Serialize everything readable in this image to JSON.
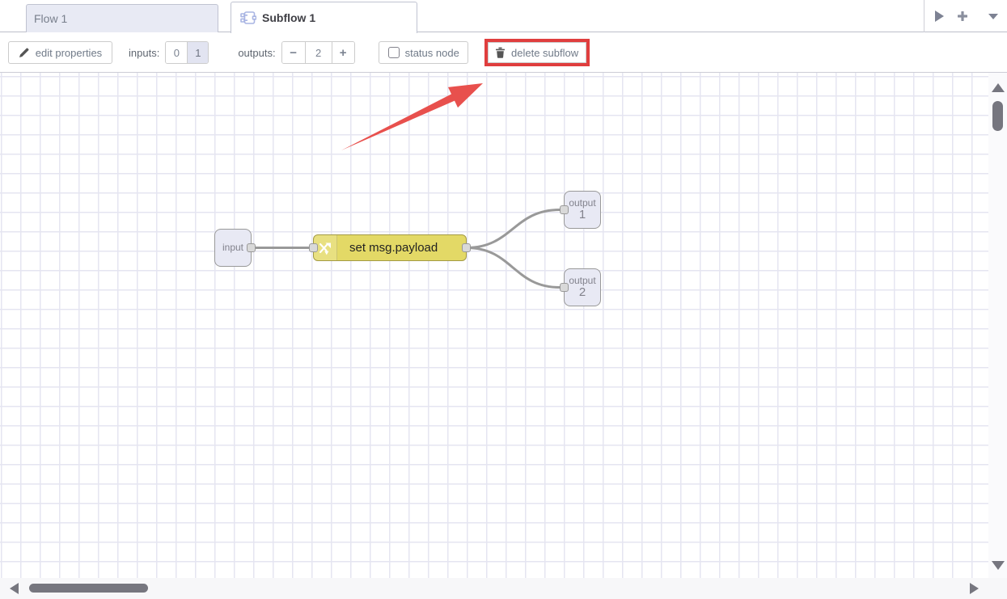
{
  "tabbar": {
    "tabs": [
      {
        "label": "Flow 1",
        "active": false
      },
      {
        "label": "Subflow 1",
        "active": true
      }
    ],
    "action_icons": [
      "play-icon",
      "plus-icon",
      "caret-down-icon"
    ]
  },
  "toolbar": {
    "edit_properties_label": "edit properties",
    "inputs_label": "inputs:",
    "inputs_options": [
      "0",
      "1"
    ],
    "inputs_selected": "1",
    "outputs_label": "outputs:",
    "outputs_decrease_label": "−",
    "outputs_value": "2",
    "outputs_increase_label": "+",
    "status_node_label": "status node",
    "status_node_checked": false,
    "delete_subflow_label": "delete subflow"
  },
  "canvas": {
    "nodes": [
      {
        "type": "subflow-input",
        "label": "input"
      },
      {
        "type": "change",
        "label": "set msg.payload",
        "icon": "shuffle-icon"
      },
      {
        "type": "subflow-output",
        "label": "output",
        "number": "1"
      },
      {
        "type": "subflow-output",
        "label": "output",
        "number": "2"
      }
    ],
    "wires": [
      {
        "from": "input",
        "to": "set msg.payload"
      },
      {
        "from": "set msg.payload",
        "to": "output 1"
      },
      {
        "from": "set msg.payload",
        "to": "output 2"
      }
    ]
  },
  "annotation": {
    "shapes": [
      "highlight-box",
      "arrow"
    ],
    "points_to": "delete subflow"
  },
  "colors": {
    "annotation_red": "#e03e3e",
    "change_node_fill": "#e3d966",
    "subflow_port_node_fill": "#e8e9f4",
    "port_fill": "#d9d9d9",
    "wire": "#999999",
    "grid_line": "#e5e5f1",
    "tab_inactive_bg": "#e8eaf4",
    "scrollbar_thumb": "#76767f",
    "subflow_icon_blue": "#a9b5e3"
  }
}
